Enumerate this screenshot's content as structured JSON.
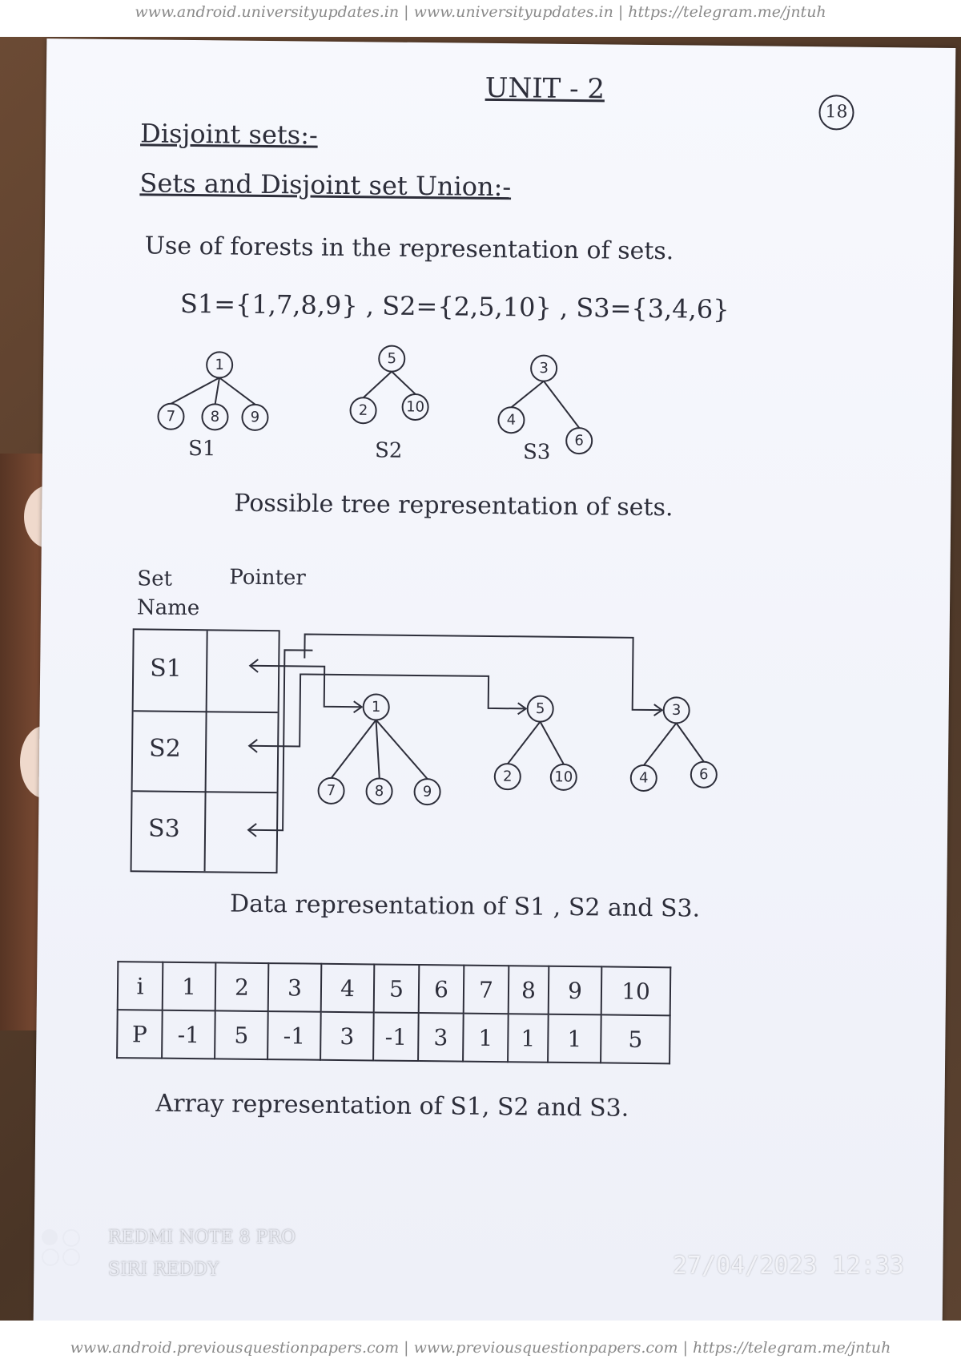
{
  "header_url": "www.android.universityupdates.in | www.universityupdates.in | https://telegram.me/jntuh",
  "footer_url": "www.android.previousquestionpapers.com | www.previousquestionpapers.com | https://telegram.me/jntuh",
  "notes": {
    "unit_title": "UNIT - 2",
    "page_number": "18",
    "heading1": "Disjoint sets:-",
    "heading2": "Sets and Disjoint set Union:-",
    "intro": "Use of forests in the representation of sets.",
    "set_def": "S1={1,7,8,9} , S2={2,5,10} , S3={3,4,6}",
    "tree_labels": [
      "S1",
      "S2",
      "S3"
    ],
    "caption_trees": "Possible tree representation of sets.",
    "col_set_name": "Set Name",
    "col_pointer": "Pointer",
    "set_rows": [
      "S1",
      "S2",
      "S3"
    ],
    "caption_data": "Data representation of S1 , S2 and S3.",
    "array_i_label": "i",
    "array_p_label": "P",
    "array_i": [
      "1",
      "2",
      "3",
      "4",
      "5",
      "6",
      "7",
      "8",
      "9",
      "10"
    ],
    "array_p": [
      "-1",
      "5",
      "-1",
      "3",
      "-1",
      "3",
      "1",
      "1",
      "1",
      "5"
    ],
    "caption_array": "Array representation of S1, S2 and S3."
  },
  "camera": {
    "device": "REDMI NOTE 8 PRO",
    "owner": "SIRI REDDY",
    "timestamp": "27/04/2023 12:33"
  },
  "trees": [
    {
      "root": "1",
      "children": [
        "7",
        "8",
        "9"
      ]
    },
    {
      "root": "5",
      "children": [
        "2",
        "10"
      ]
    },
    {
      "root": "3",
      "children": [
        "4",
        "6"
      ]
    }
  ]
}
